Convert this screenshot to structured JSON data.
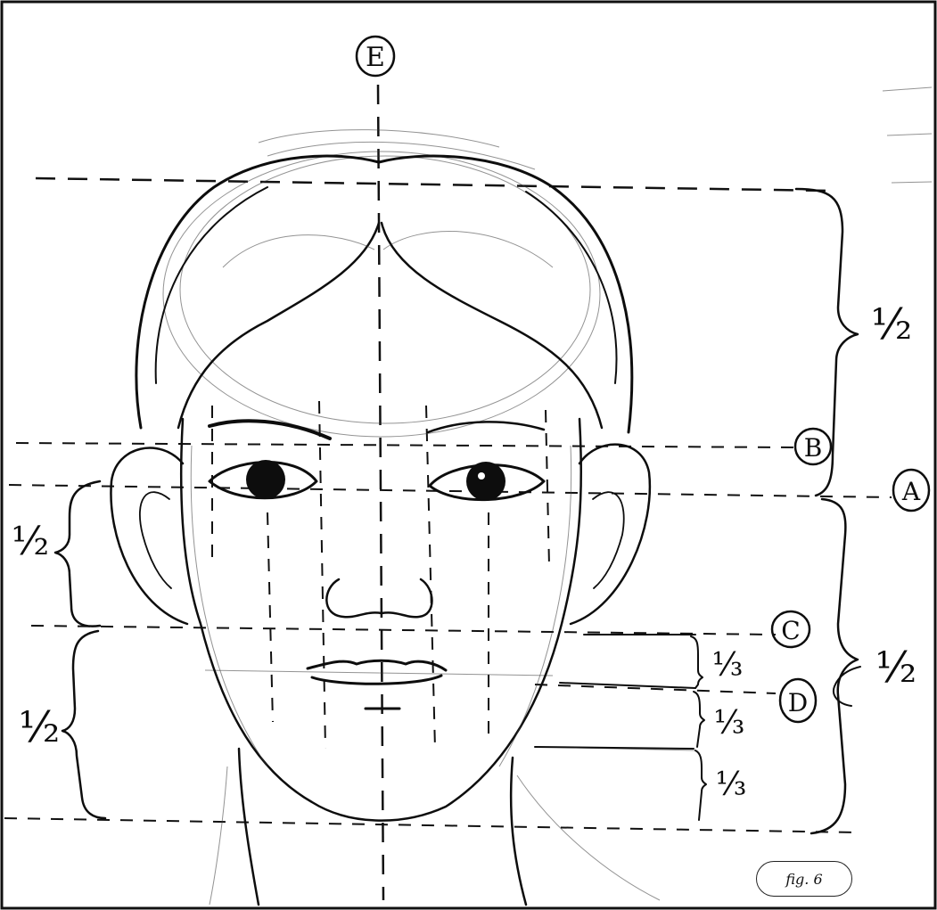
{
  "labels": {
    "E": "E",
    "A": "A",
    "B": "B",
    "C": "C",
    "D": "D"
  },
  "fractions": {
    "half": "½",
    "third": "⅓"
  },
  "caption": "fig. 6"
}
